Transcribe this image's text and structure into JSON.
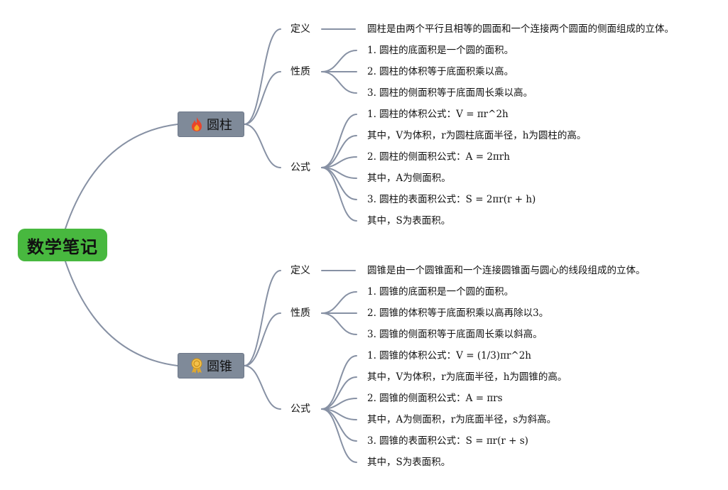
{
  "root": {
    "label": "数学笔记"
  },
  "branches": [
    {
      "label": "圆柱",
      "icon": "flame-icon",
      "categories": [
        {
          "label": "定义",
          "items": [
            "圆柱是由两个平行且相等的圆面和一个连接两个圆面的侧面组成的立体。"
          ]
        },
        {
          "label": "性质",
          "items": [
            "1. 圆柱的底面积是一个圆的面积。",
            "2. 圆柱的体积等于底面积乘以高。",
            "3. 圆柱的侧面积等于底面周长乘以高。"
          ]
        },
        {
          "label": "公式",
          "items": [
            "1. 圆柱的体积公式：V = πr^2h",
            "其中，V为体积，r为圆柱底面半径，h为圆柱的高。",
            "2. 圆柱的侧面积公式：A = 2πrh",
            "其中，A为侧面积。",
            "3. 圆柱的表面积公式：S = 2πr(r + h)",
            "其中，S为表面积。"
          ]
        }
      ]
    },
    {
      "label": "圆锥",
      "icon": "award-ribbon-icon",
      "categories": [
        {
          "label": "定义",
          "items": [
            "圆锥是由一个圆锥面和一个连接圆锥面与圆心的线段组成的立体。"
          ]
        },
        {
          "label": "性质",
          "items": [
            "1. 圆锥的底面积是一个圆的面积。",
            "2. 圆锥的体积等于底面积乘以高再除以3。",
            "3. 圆锥的侧面积等于底面周长乘以斜高。"
          ]
        },
        {
          "label": "公式",
          "items": [
            "1. 圆锥的体积公式：V = (1/3)πr^2h",
            "其中，V为体积，r为底面半径，h为圆锥的高。",
            "2. 圆锥的侧面积公式：A = πrs",
            "其中，A为侧面积，r为底面半径，s为斜高。",
            "3. 圆锥的表面积公式：S = πr(r + s)",
            "其中，S为表面积。"
          ]
        }
      ]
    }
  ],
  "colors": {
    "root_bg": "#48b83f",
    "branch_bg": "#7f8a99",
    "connector": "#8791a4"
  }
}
